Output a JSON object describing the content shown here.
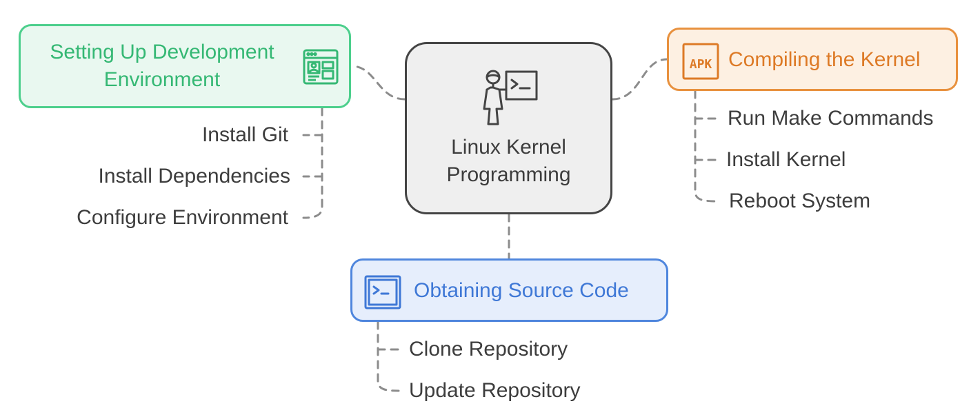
{
  "center": {
    "title_line1": "Linux Kernel",
    "title_line2": "Programming",
    "icon": "presenter-terminal-icon"
  },
  "topics": {
    "setup": {
      "title_line1": "Setting Up Development",
      "title_line2": "Environment",
      "icon": "dashboard-layout-icon",
      "color": "#4ccf8c",
      "items": [
        "Install Git",
        "Install Dependencies",
        "Configure Environment"
      ]
    },
    "compile": {
      "title": "Compiling the Kernel",
      "icon": "apk-file-icon",
      "icon_text": "APK",
      "color": "#e8913e",
      "items": [
        "Run Make Commands",
        "Install Kernel",
        "Reboot System"
      ]
    },
    "source": {
      "title": "Obtaining Source Code",
      "icon": "terminal-icon",
      "color": "#4f86dd",
      "items": [
        "Clone Repository",
        "Update Repository"
      ]
    }
  },
  "connector_color": "#8c8c8c"
}
